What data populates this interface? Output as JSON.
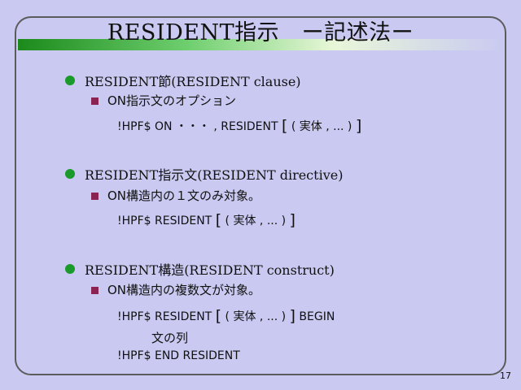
{
  "title": "RESIDENT指示　ー記述法ー",
  "sections": [
    {
      "heading": "RESIDENT節(RESIDENT clause)",
      "subheading": "ON指示文のオプション",
      "code": [
        {
          "pre": "!HPF$  ON  ・・・ , RESIDENT ",
          "lb": "[",
          "mid": " ( 実体 , ... ) ",
          "rb": "]",
          "post": ""
        }
      ]
    },
    {
      "heading": "RESIDENT指示文(RESIDENT directive)",
      "subheading": "ON構造内の１文のみ対象。",
      "code": [
        {
          "pre": "!HPF$  RESIDENT ",
          "lb": "[",
          "mid": " ( 実体 , ... ) ",
          "rb": "]",
          "post": ""
        }
      ]
    },
    {
      "heading": "RESIDENT構造(RESIDENT construct)",
      "subheading": "ON構造内の複数文が対象。",
      "code": [
        {
          "pre": "!HPF$  RESIDENT ",
          "lb": "[",
          "mid": " ( 実体 , ... ) ",
          "rb": "]",
          "post": " BEGIN"
        }
      ],
      "body_line": "文の列",
      "end_line": "!HPF$  END RESIDENT"
    }
  ],
  "page_number": "17",
  "colors": {
    "background": "#c9c9f1",
    "bullet": "#1a9a2a",
    "sub_bullet": "#8a2252"
  }
}
